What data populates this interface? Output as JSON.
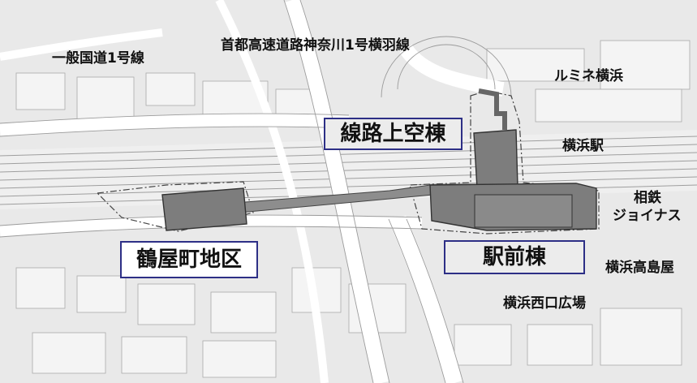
{
  "map": {
    "labels": {
      "route1": "一般国道1号線",
      "expressway": "首都高速道路神奈川1号横羽線",
      "lumine": "ルミネ横浜",
      "yokohama_station": "横浜駅",
      "sotetsu_line1": "相鉄",
      "sotetsu_line2": "ジョイナス",
      "takashimaya": "横浜高島屋",
      "west_plaza": "横浜西口広場"
    },
    "boxes": {
      "overtrack": "線路上空棟",
      "tsuruya": "鶴屋町地区",
      "ekimae": "駅前棟"
    },
    "colors": {
      "box_border": "#2d2f86",
      "building": "#7d7d7d",
      "road": "#ffffff",
      "block": "#e8e8e8"
    }
  }
}
